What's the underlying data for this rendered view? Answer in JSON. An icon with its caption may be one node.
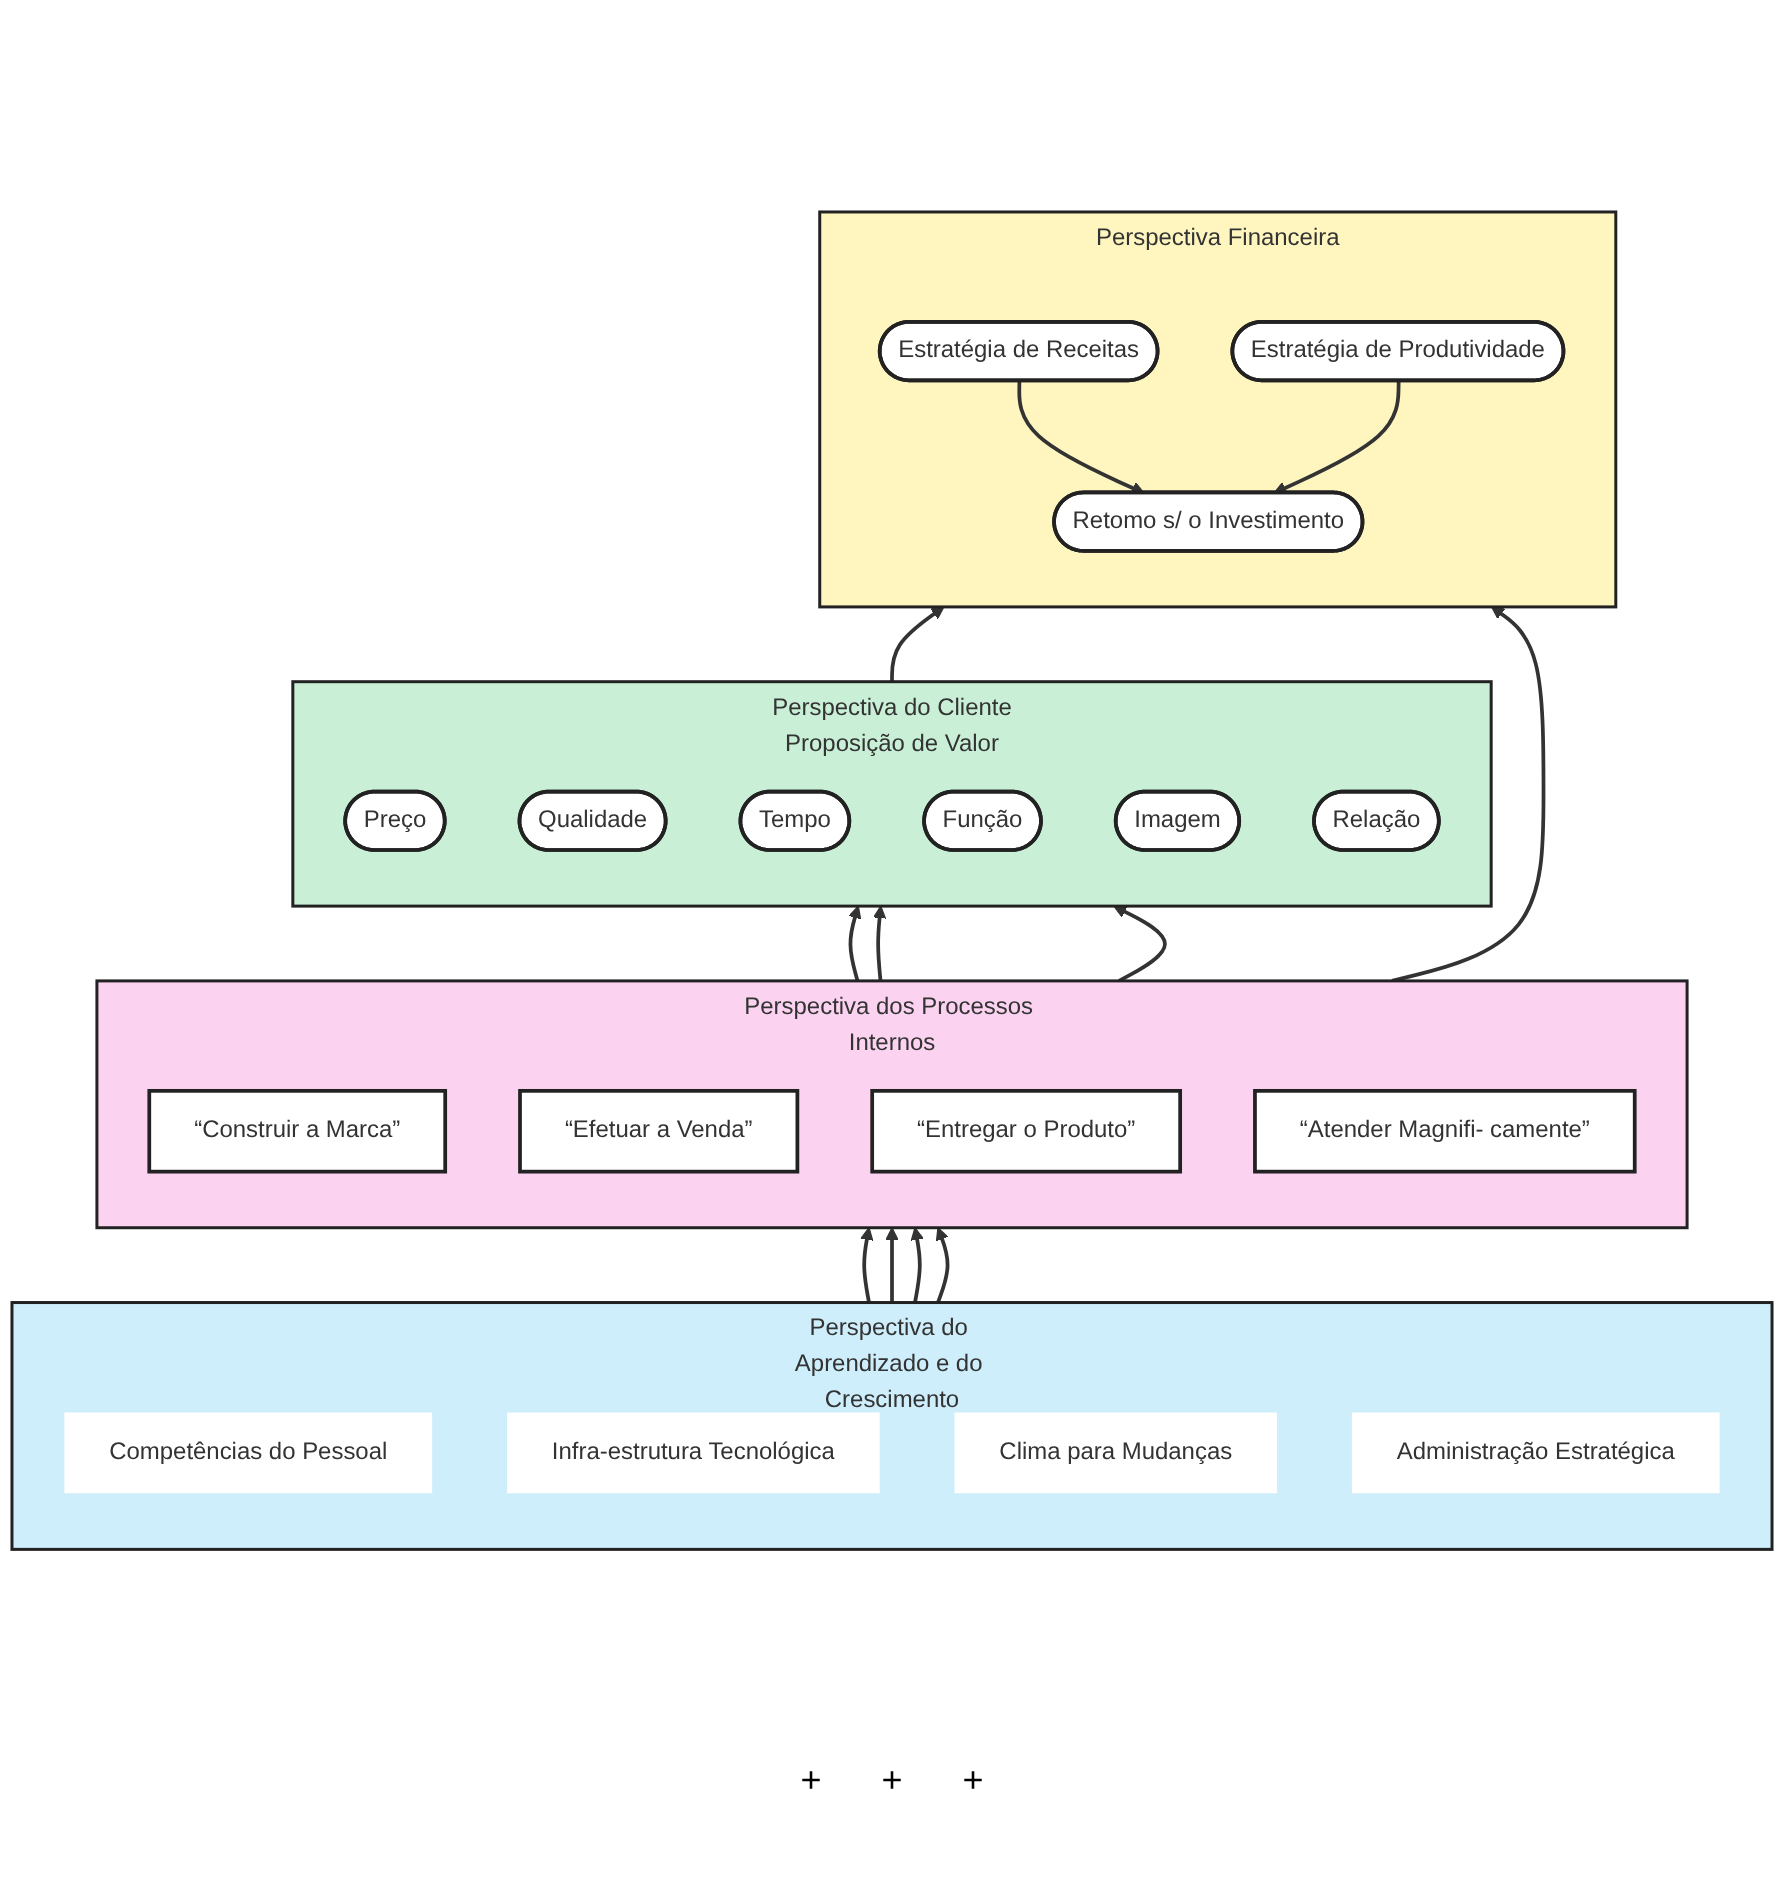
{
  "diagram": {
    "nodes": [
      {
        "text": [
          "Perspectiva Financeira"
        ]
      },
      {
        "text": [
          "Estratégia de Receitas"
        ],
        "in": 0
      },
      {
        "text": [
          "Retomo s/ o Investimento"
        ],
        "in": 0
      },
      {
        "text": [
          "Estratégia de Produtividade"
        ],
        "in": 0
      },
      {
        "text": [
          "Perspectiva do Cliente",
          "Proposição de Valor"
        ]
      },
      {
        "text": [
          "Preço"
        ],
        "in": 4
      },
      {
        "text": [
          "Qualidade"
        ],
        "in": 4
      },
      {
        "text": [
          "Tempo"
        ],
        "in": 4
      },
      {
        "text": [
          "Função"
        ],
        "in": 4
      },
      {
        "text": [
          "Imagem"
        ],
        "in": 4
      },
      {
        "text": [
          "Relação"
        ],
        "in": 4
      },
      {
        "text": [
          "Perspectiva dos Processos Internos"
        ]
      },
      {
        "text": [
          "“Construir a Marca”"
        ],
        "in": 11
      },
      {
        "text": [
          "“Efetuar a Venda”"
        ],
        "in": 11
      },
      {
        "text": [
          "“Entregar o Produto”"
        ],
        "in": 11
      },
      {
        "text": [
          "“Atender Magnifi- camente”"
        ],
        "in": 11
      },
      {
        "text": [
          "Perspectiva do Aprendizado e do Crescimento"
        ]
      },
      {
        "text": [
          "Competências do Pessoal"
        ],
        "in": 16
      },
      {
        "text": [
          "Infra-estrutura Tecnológica"
        ],
        "in": 16
      },
      {
        "text": [
          "Clima para Mudanças"
        ],
        "in": 16
      },
      {
        "text": [
          "Administração Estratégica"
        ],
        "in": 16
      }
    ],
    "edges": [
      {
        "from": 1,
        "to": 2,
        "arrow": "to"
      },
      {
        "from": 3,
        "to": 2,
        "arrow": "to"
      },
      {
        "from": 4,
        "to": 0,
        "arrow": "to"
      },
      {
        "from": 11,
        "to": 0,
        "arrow": "to"
      },
      {
        "from": 11,
        "to": 4,
        "arrow": "to"
      },
      {
        "from": 11,
        "to": 4,
        "arrow": "to"
      },
      {
        "from": 11,
        "to": 4,
        "arrow": "to"
      },
      {
        "from": 16,
        "to": 11,
        "arrow": "to"
      },
      {
        "from": 16,
        "to": 11,
        "arrow": "to"
      },
      {
        "from": 16,
        "to": 11,
        "arrow": "to"
      },
      {
        "from": 16,
        "to": 11,
        "arrow": "to"
      }
    ],
    "labels": [
      "+",
      "+",
      "+"
    ]
  }
}
